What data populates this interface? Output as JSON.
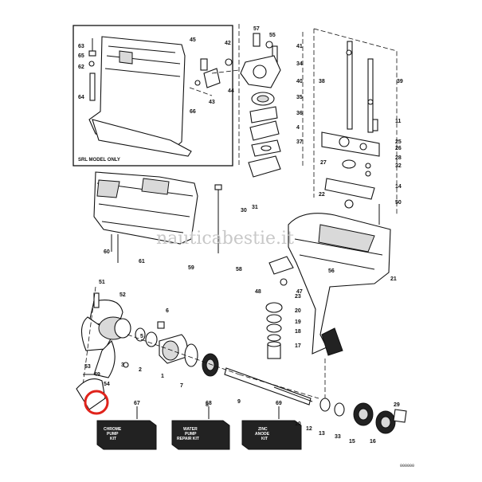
{
  "inset_caption": "SRL MODEL ONLY",
  "watermark": "nauticabestie.it",
  "footer_code": "000000",
  "kits": [
    {
      "number": "67",
      "label": "CHROME PUMP KIT"
    },
    {
      "number": "68",
      "label": "WATER PUMP REPAIR KIT"
    },
    {
      "number": "69",
      "label": "ZINC ANODE KIT"
    }
  ],
  "callouts": [
    "57",
    "55",
    "41",
    "45",
    "42",
    "63",
    "65",
    "62",
    "44",
    "43",
    "34",
    "40",
    "38",
    "39",
    "64",
    "35",
    "66",
    "36",
    "4",
    "37",
    "11",
    "25",
    "26",
    "27",
    "28",
    "32",
    "14",
    "22",
    "50",
    "30",
    "31",
    "58",
    "60",
    "61",
    "59",
    "56",
    "47",
    "48",
    "23",
    "20",
    "19",
    "18",
    "17",
    "51",
    "52",
    "6",
    "5",
    "21",
    "3",
    "2",
    "1",
    "7",
    "8",
    "53",
    "49",
    "54",
    "9",
    "10",
    "12",
    "13",
    "33",
    "15",
    "16",
    "29"
  ],
  "highlight": {
    "color": "#e0231b"
  }
}
